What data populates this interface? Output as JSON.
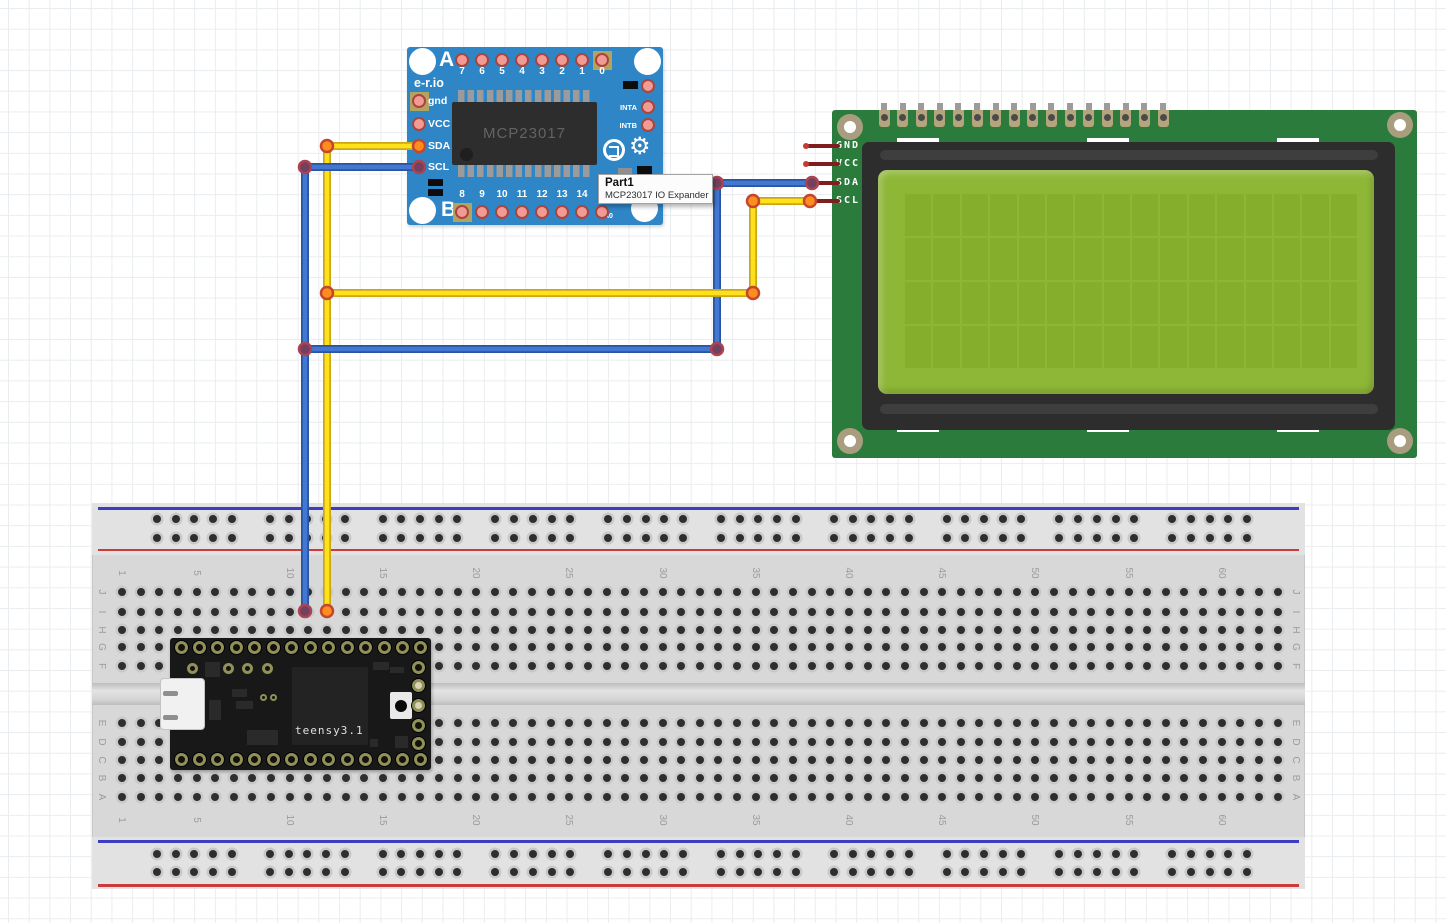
{
  "colors": {
    "grid_line": "#e9edef",
    "mcp_board_blue": "#2f86c6",
    "pin_fill": "#f29b94",
    "pin_ring": "#a8453f",
    "pad_tan": "#b3a35f",
    "lcd_pcb_green": "#2b7c3c",
    "lcd_screen_green": "#8eb737",
    "lcd_cell_green": "#84ae2c",
    "breadboard_gray": "#d8d8d8",
    "rail_blue": "#3d3dc4",
    "rail_red": "#cc3b3b",
    "teensy_black": "#181818",
    "wire_yellow": "#ffe01a",
    "wire_blue": "#4277d4"
  },
  "tooltip": {
    "title": "Part1",
    "subtitle": "MCP23017 IO Expander"
  },
  "mcp": {
    "brand": "e-r.io",
    "row_label_a": "A",
    "row_label_b": "B",
    "chip_label": "MCP23017",
    "a0_label": "A0",
    "gear_glyph": "⚙",
    "top_pins": [
      "7",
      "6",
      "5",
      "4",
      "3",
      "2",
      "1",
      "0"
    ],
    "top_pad_index": 7,
    "bottom_pins": [
      "8",
      "9",
      "10",
      "11",
      "12",
      "13",
      "14",
      ""
    ],
    "bottom_pad_index": 0,
    "left_pins": [
      "gnd",
      "VCC",
      "SDA",
      "SCL"
    ],
    "left_pad_index": 0,
    "right_pins": [
      "",
      "INTA",
      "INTB"
    ]
  },
  "lcd": {
    "pin_count": 16,
    "pin_labels": [
      "GND",
      "VCC",
      "SDA",
      "SCL"
    ],
    "screen_cols": 16,
    "screen_rows": 4
  },
  "breadboard": {
    "numbers": [
      "1",
      "5",
      "10",
      "15",
      "20",
      "25",
      "30",
      "35",
      "40",
      "45",
      "50",
      "55",
      "60"
    ],
    "number_cols": [
      1,
      5,
      10,
      15,
      20,
      25,
      30,
      35,
      40,
      45,
      50,
      55,
      60
    ],
    "letters_top": [
      "J",
      "I",
      "H",
      "G",
      "F"
    ],
    "letters_bottom": [
      "E",
      "D",
      "C",
      "B",
      "A"
    ],
    "main_cols": 63,
    "rail_groups": 10,
    "rail_group_size": 5
  },
  "teensy": {
    "label": "teensy3.1",
    "top_pin_count": 14,
    "bottom_pin_count": 14
  },
  "wires": {
    "yellow": {
      "edge": "#c9a818",
      "core": "#ffe01a",
      "paths": [
        "419,146 327,146 327,611",
        "327,293 753,293 753,201 810,201"
      ]
    },
    "blue": {
      "edge": "#2a549f",
      "core": "#4277d4",
      "paths": [
        "419,167 305,167 305,611",
        "305,349 717,349 717,183 812,183"
      ]
    },
    "stubs": {
      "color": "#7e1e1e",
      "tip_color": "#c53a34",
      "lines": [
        "806,146 838,146",
        "806,164 838,164",
        "812,183 838,183",
        "810,201 838,201"
      ],
      "tips": [
        "806,146",
        "806,164"
      ]
    },
    "junctions": {
      "orange": {
        "fill": "#ff8d1e",
        "stroke": "#c2472e",
        "points": [
          "419,146",
          "327,146",
          "327,293",
          "753,293",
          "753,201",
          "810,201",
          "327,611"
        ]
      },
      "maroon": {
        "fill": "#74405f",
        "stroke": "#ab4450",
        "points": [
          "419,167",
          "305,167",
          "305,349",
          "717,349",
          "717,183",
          "812,183",
          "305,611"
        ]
      }
    }
  }
}
